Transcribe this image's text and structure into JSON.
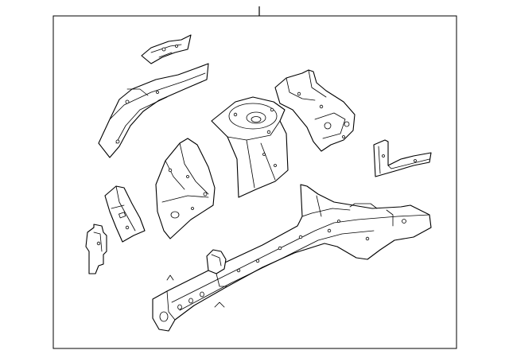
{
  "diagram": {
    "frame_color": "#000000",
    "background_color": "#ffffff",
    "parts": [
      {
        "name": "top-gusset-bracket"
      },
      {
        "name": "upper-rail-reinforcement"
      },
      {
        "name": "shock-tower"
      },
      {
        "name": "rear-wheelhouse-panel"
      },
      {
        "name": "apron-inner-panel"
      },
      {
        "name": "small-side-bracket"
      },
      {
        "name": "front-mounting-plate"
      },
      {
        "name": "rear-angle-bracket"
      },
      {
        "name": "main-frame-rail"
      }
    ]
  }
}
